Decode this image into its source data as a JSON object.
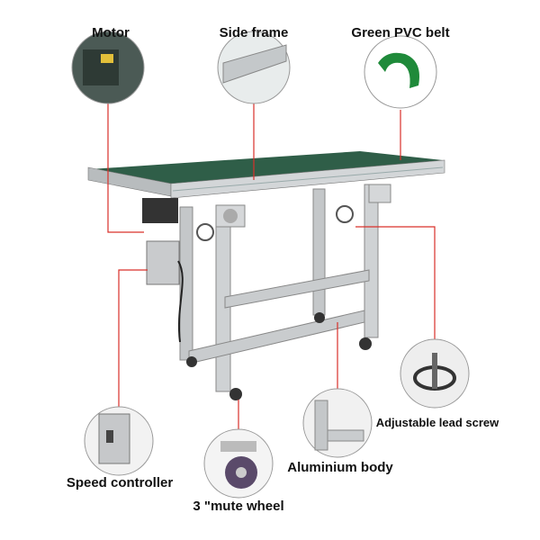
{
  "labels": {
    "motor": "Motor",
    "side_frame": "Side frame",
    "belt": "Green PVC belt",
    "speed_controller": "Speed controller",
    "wheel": "3 \"mute wheel",
    "body": "Aluminium body",
    "lead_screw": "Adjustable lead screw"
  },
  "colors": {
    "leader": "#d9302a",
    "belt": "#2f6a4c",
    "aluminium": "#c9ccce"
  }
}
